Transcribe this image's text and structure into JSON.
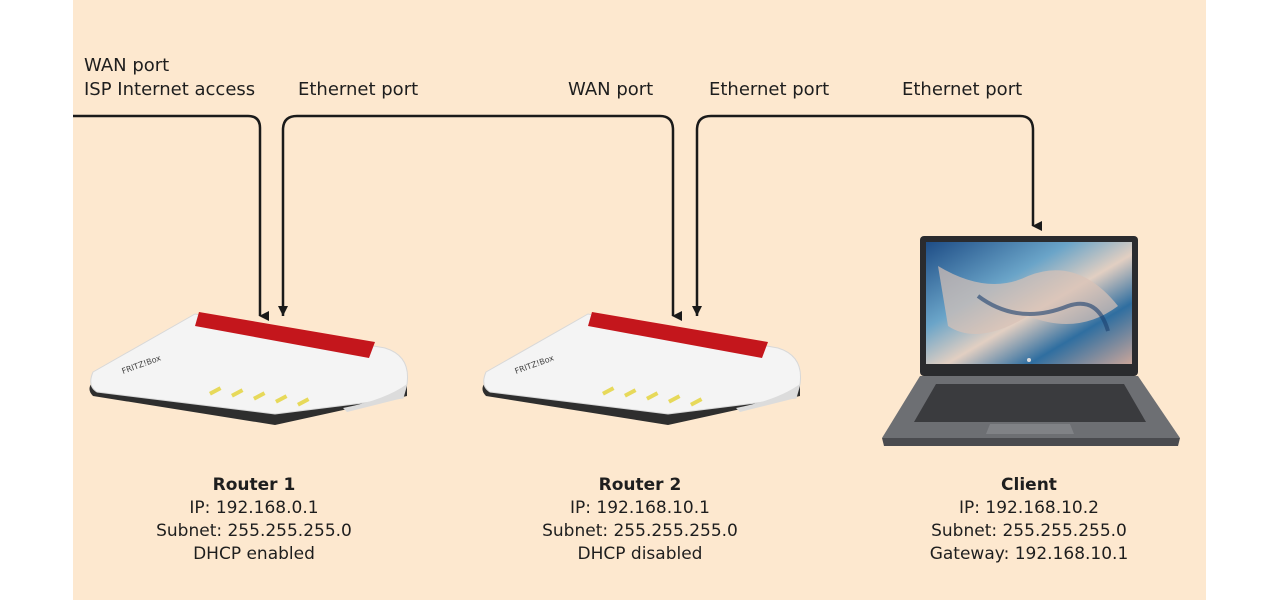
{
  "colors": {
    "background": "#fde8cf",
    "line": "#1a1a1a",
    "router_body": "#f4f4f4",
    "router_accent": "#c4161c",
    "router_led": "#e7d95a"
  },
  "ports": {
    "router1_wan": [
      "WAN port",
      "ISP Internet access"
    ],
    "router1_eth": "Ethernet port",
    "router2_wan": "WAN port",
    "router2_eth": "Ethernet port",
    "client_eth": "Ethernet port"
  },
  "devices": [
    {
      "title": "Router 1",
      "lines": [
        "IP: 192.168.0.1",
        "Subnet: 255.255.255.0",
        "DHCP enabled"
      ],
      "icon": "router-icon",
      "brand": "FRITZ!Box"
    },
    {
      "title": "Router 2",
      "lines": [
        "IP: 192.168.10.1",
        "Subnet: 255.255.255.0",
        "DHCP disabled"
      ],
      "icon": "router-icon",
      "brand": "FRITZ!Box"
    },
    {
      "title": "Client",
      "lines": [
        "IP: 192.168.10.2",
        "Subnet: 255.255.255.0",
        "Gateway: 192.168.10.1"
      ],
      "icon": "laptop-icon"
    }
  ]
}
